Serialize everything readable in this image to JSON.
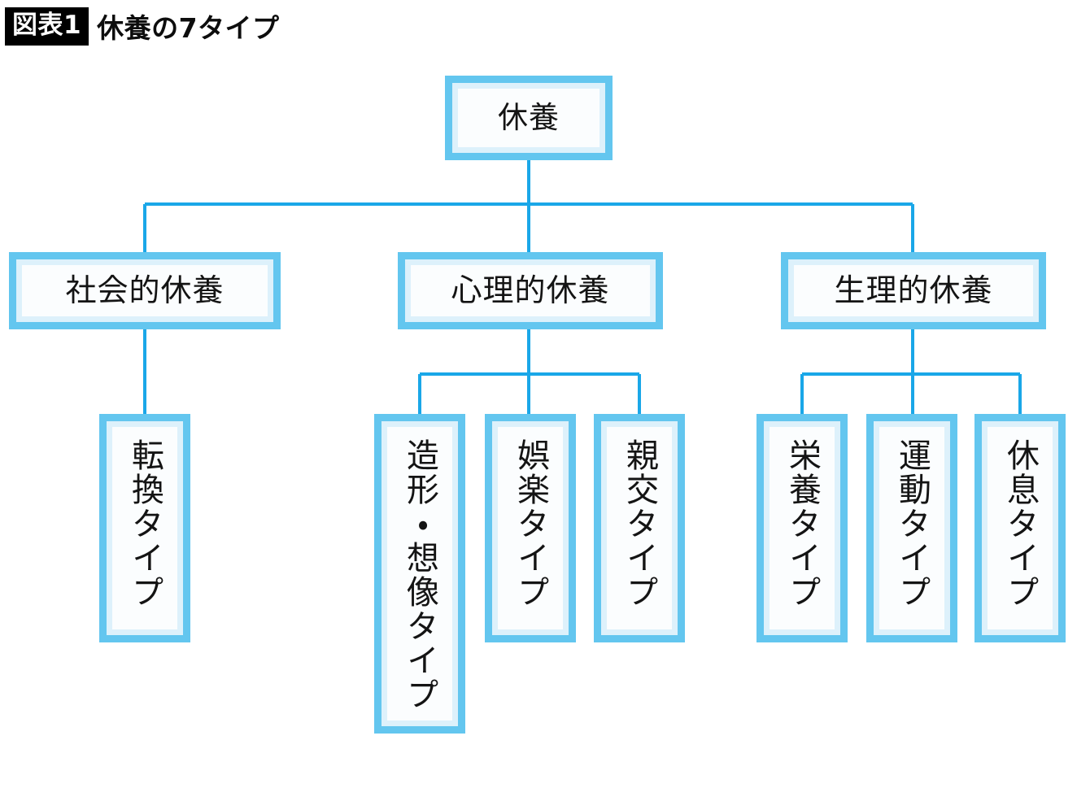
{
  "title": {
    "badge": "図表1",
    "text": "休養の7タイプ"
  },
  "colors": {
    "box_border": "#63c6ef",
    "box_inner_ring": "#ddf1fb",
    "box_fill": "#fbfdfe",
    "connector": "#1aa7e8",
    "badge_bg": "#000000",
    "text": "#141414"
  },
  "chart_data": {
    "type": "tree-diagram",
    "title": "休養の7タイプ",
    "root": "休養",
    "branches": [
      {
        "label": "社会的休養",
        "children": [
          "転換タイプ"
        ]
      },
      {
        "label": "心理的休養",
        "children": [
          "造形・想像タイプ",
          "娯楽タイプ",
          "親交タイプ"
        ]
      },
      {
        "label": "生理的休養",
        "children": [
          "栄養タイプ",
          "運動タイプ",
          "休息タイプ"
        ]
      }
    ]
  },
  "nodes": {
    "root": "休養",
    "level2": {
      "social": "社会的休養",
      "psychological": "心理的休養",
      "physiological": "生理的休養"
    },
    "leaves": {
      "tenkan": "転換タイプ",
      "zokei": "造形・想像タイプ",
      "goraku": "娯楽タイプ",
      "shinkou": "親交タイプ",
      "eiyou": "栄養タイプ",
      "undou": "運動タイプ",
      "kyusoku": "休息タイプ"
    }
  }
}
